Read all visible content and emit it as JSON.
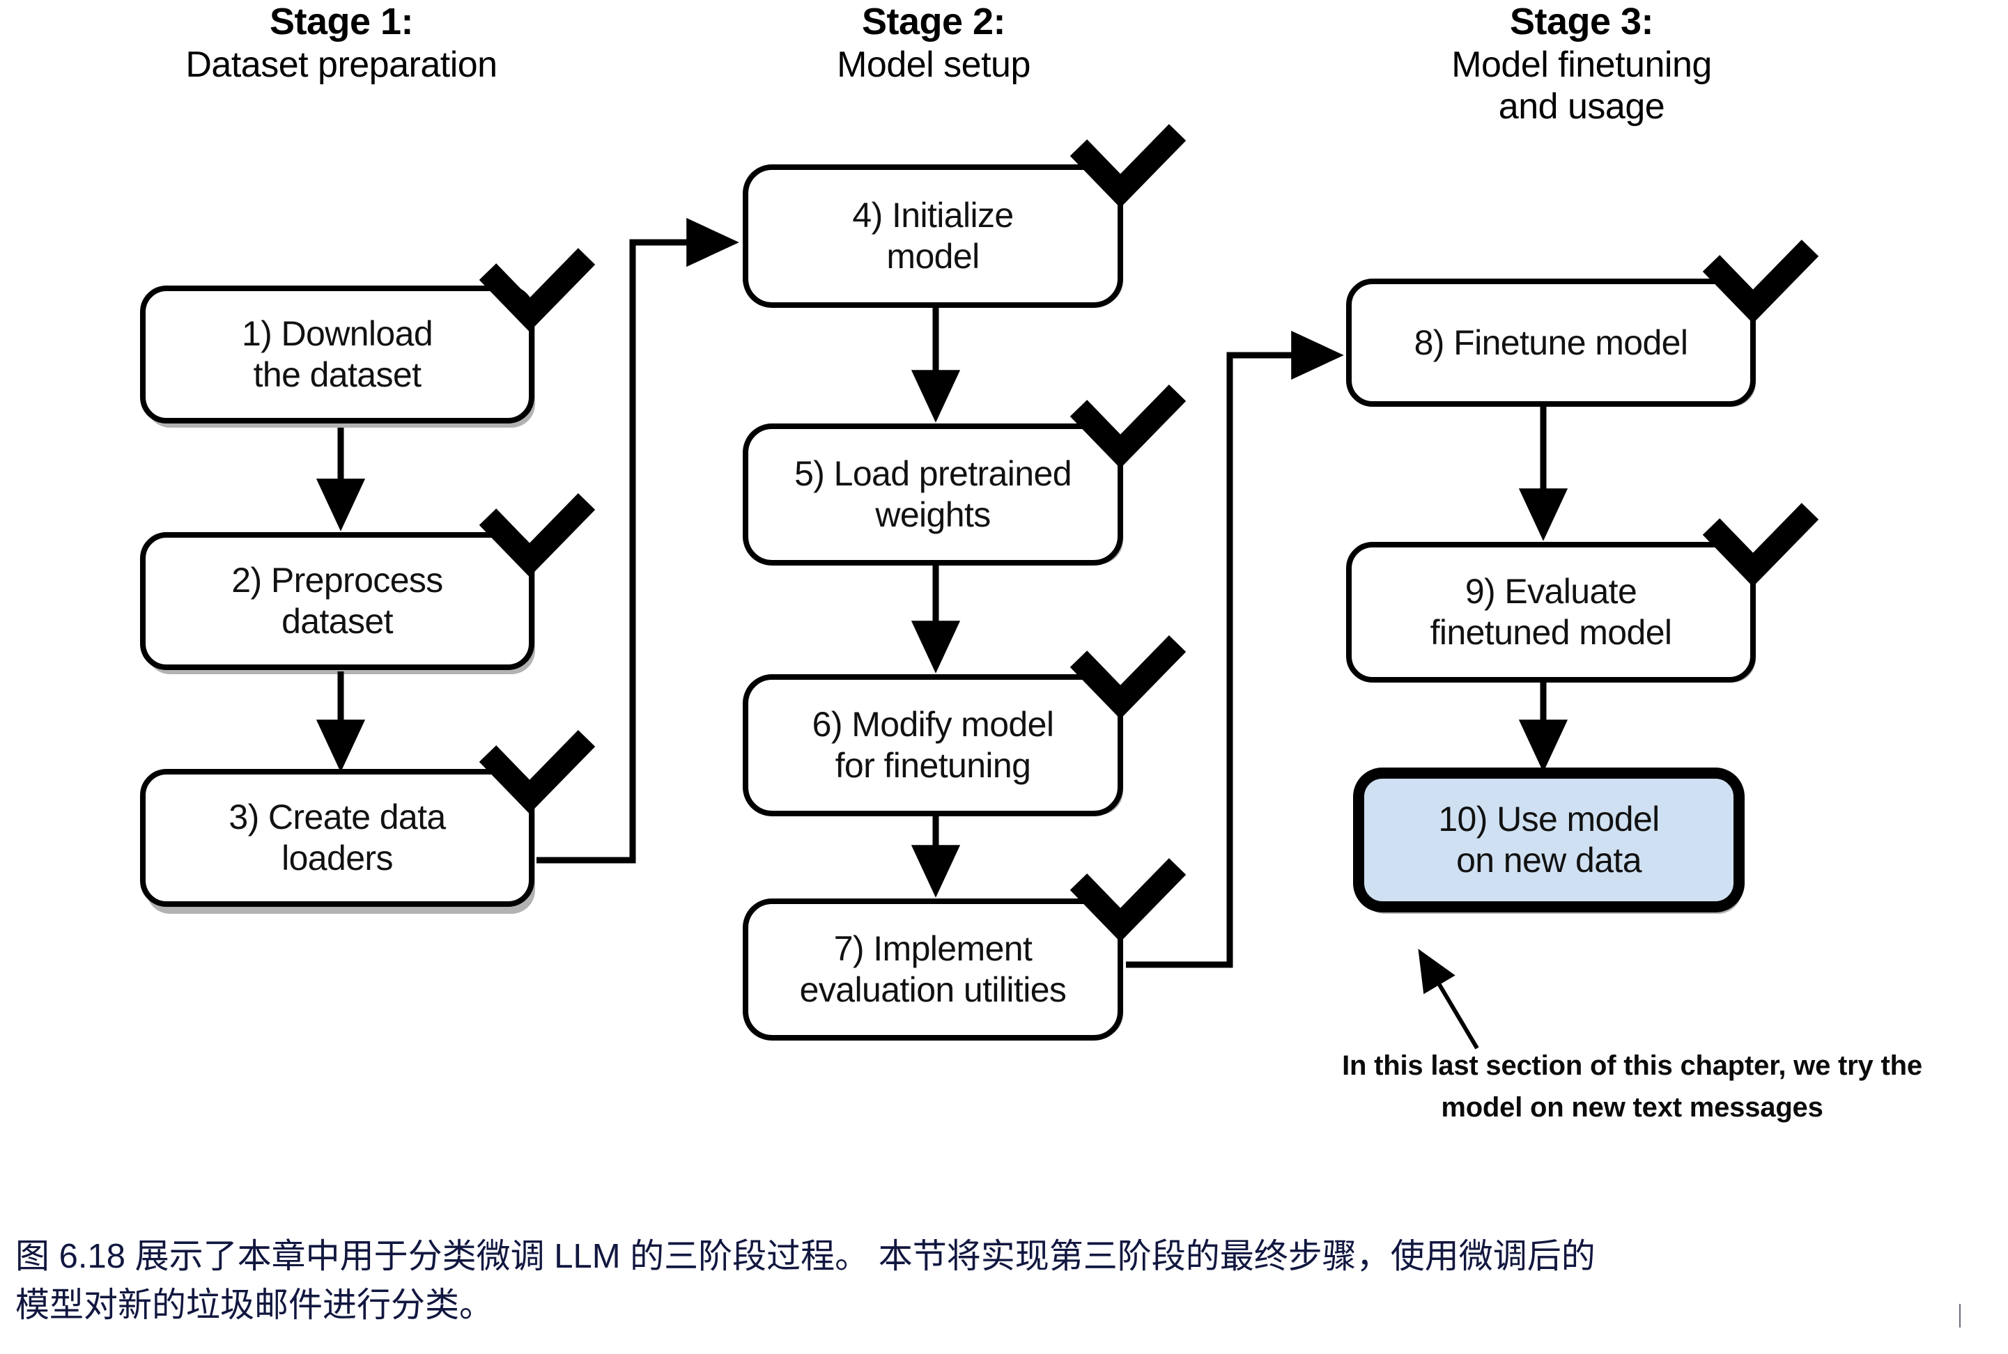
{
  "figure": {
    "background": "#ffffff",
    "accent_fill": "#cfe0f2",
    "stroke": "#000000",
    "caption_color": "#11173f"
  },
  "stages": [
    {
      "id": "stage-1",
      "number": "Stage 1:",
      "name": "Dataset preparation"
    },
    {
      "id": "stage-2",
      "number": "Stage 2:",
      "name": "Model setup"
    },
    {
      "id": "stage-3",
      "number": "Stage 3:",
      "name_line1": "Model finetuning",
      "name_line2": "and usage"
    }
  ],
  "nodes": [
    {
      "id": "node-1",
      "stage": "stage-1",
      "line1": "1) Download",
      "line2": "the dataset",
      "checked": true,
      "highlighted": false
    },
    {
      "id": "node-2",
      "stage": "stage-1",
      "line1": "2) Preprocess",
      "line2": "dataset",
      "checked": true,
      "highlighted": false
    },
    {
      "id": "node-3",
      "stage": "stage-1",
      "line1": "3) Create data",
      "line2": "loaders",
      "checked": true,
      "highlighted": false
    },
    {
      "id": "node-4",
      "stage": "stage-2",
      "line1": "4) Initialize",
      "line2": "model",
      "checked": true,
      "highlighted": false
    },
    {
      "id": "node-5",
      "stage": "stage-2",
      "line1": "5) Load pretrained",
      "line2": "weights",
      "checked": true,
      "highlighted": false
    },
    {
      "id": "node-6",
      "stage": "stage-2",
      "line1": "6) Modify model",
      "line2": "for finetuning",
      "checked": true,
      "highlighted": false
    },
    {
      "id": "node-7",
      "stage": "stage-2",
      "line1": "7) Implement",
      "line2": "evaluation utilities",
      "checked": true,
      "highlighted": false
    },
    {
      "id": "node-8",
      "stage": "stage-3",
      "line1": "8) Finetune model",
      "line2": "",
      "checked": true,
      "highlighted": false
    },
    {
      "id": "node-9",
      "stage": "stage-3",
      "line1": "9) Evaluate",
      "line2": "finetuned model",
      "checked": true,
      "highlighted": false
    },
    {
      "id": "node-10",
      "stage": "stage-3",
      "line1": "10) Use model",
      "line2": "on new data",
      "checked": false,
      "highlighted": true
    }
  ],
  "annotation": {
    "line1": "In this last section of this chapter, we try the",
    "line2": "model on new text messages"
  },
  "caption": {
    "line1": "图 6.18 展示了本章中用于分类微调 LLM 的三阶段过程。 本节将实现第三阶段的最终步骤，使用微调后的",
    "line2": "模型对新的垃圾邮件进行分类。"
  }
}
